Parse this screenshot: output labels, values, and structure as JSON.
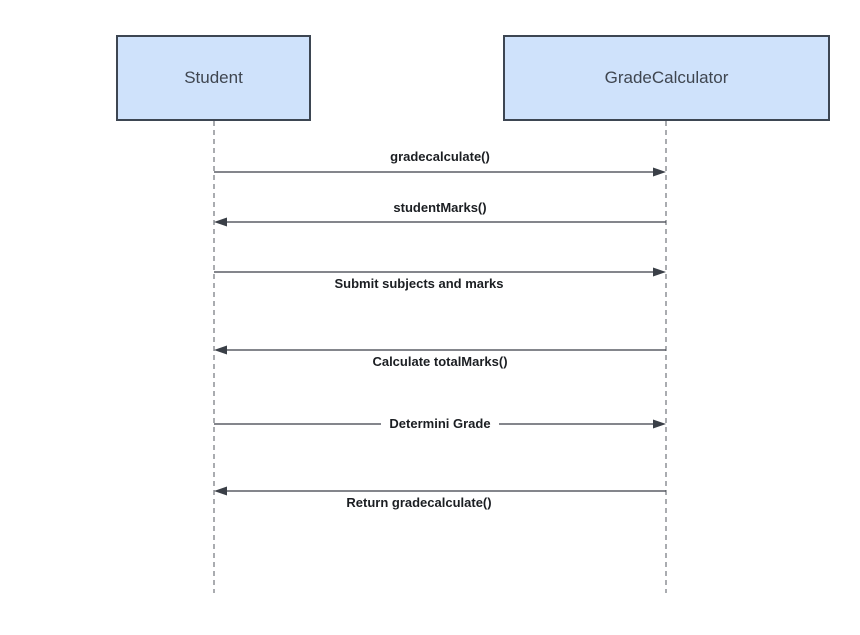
{
  "actors": [
    {
      "id": "student",
      "name": "Student"
    },
    {
      "id": "grade",
      "name": "GradeCalculator"
    }
  ],
  "messages": [
    {
      "label": "gradecalculate()",
      "from": "Student",
      "to": "GradeCalculator",
      "label_position": "above"
    },
    {
      "label": "studentMarks()",
      "from": "GradeCalculator",
      "to": "Student",
      "label_position": "above"
    },
    {
      "label": "Submit subjects and marks",
      "from": "Student",
      "to": "GradeCalculator",
      "label_position": "below"
    },
    {
      "label": "Calculate totalMarks()",
      "from": "GradeCalculator",
      "to": "Student",
      "label_position": "below"
    },
    {
      "label": "Determini Grade",
      "from": "Student",
      "to": "GradeCalculator",
      "label_position": "inline"
    },
    {
      "label": "Return gradecalculate()",
      "from": "GradeCalculator",
      "to": "Student",
      "label_position": "below"
    }
  ],
  "colors": {
    "actor_fill": "#cfe2fb",
    "actor_border": "#3d4652",
    "line": "#3a3f47"
  }
}
